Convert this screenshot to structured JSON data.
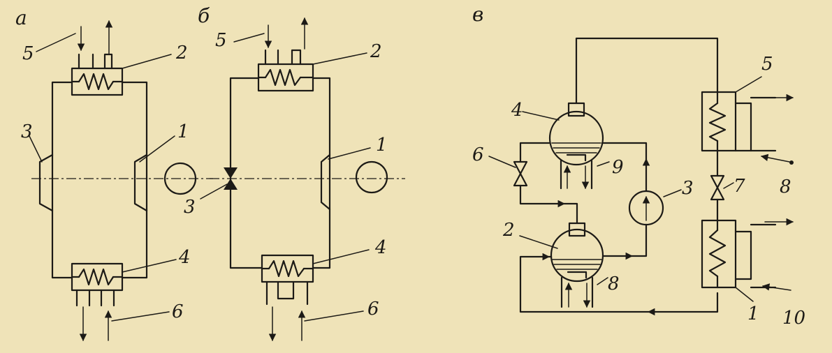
{
  "panels": [
    {
      "letter": "а",
      "labels": {
        "n1": "1",
        "n2": "2",
        "n3": "3",
        "n4": "4",
        "n5": "5",
        "n6": "6"
      }
    },
    {
      "letter": "б",
      "labels": {
        "n1": "1",
        "n2": "2",
        "n3": "3",
        "n4": "4",
        "n5": "5",
        "n6": "6"
      }
    },
    {
      "letter": "в",
      "labels": {
        "n1": "1",
        "n2": "2",
        "n3": "3",
        "n4": "4",
        "n5": "5",
        "n6": "6",
        "n7": "7",
        "n8_right": "8",
        "n8_bottom": "8",
        "n9": "9",
        "n10": "10"
      }
    }
  ],
  "colors": {
    "paper": "#efe3b8",
    "ink": "#1c1a16"
  }
}
